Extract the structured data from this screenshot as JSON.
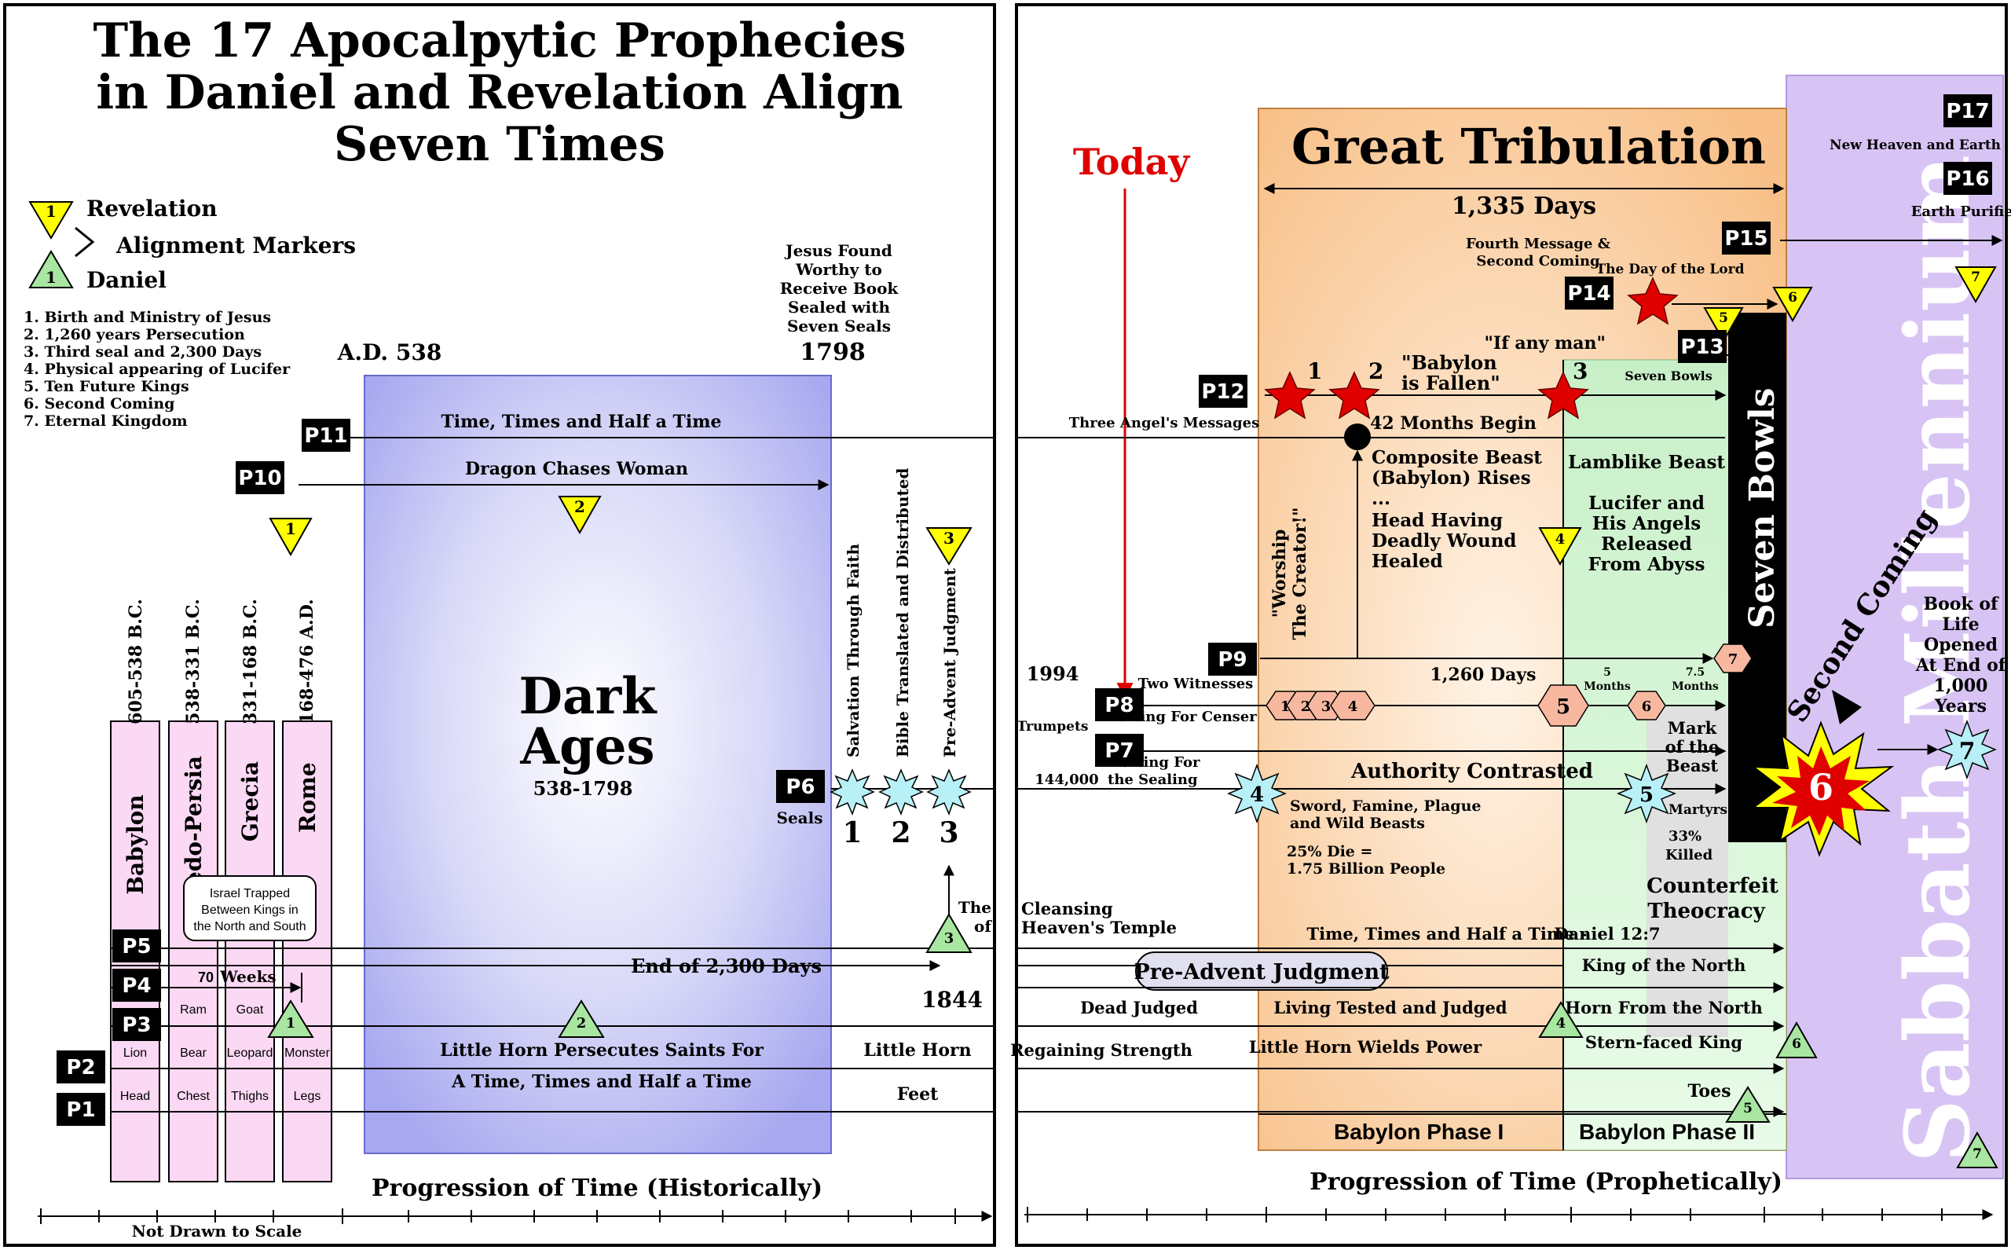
{
  "title": {
    "line1": "The 17 Apocalpytic Prophecies",
    "line2": "in Daniel and Revelation Align",
    "line3": "Seven Times"
  },
  "legend": {
    "revelation": "Revelation",
    "alignment": "Alignment Markers",
    "daniel": "Daniel",
    "marker_number": "1",
    "items": [
      "1. Birth and Ministry of Jesus",
      "2. 1,260 years Persecution",
      "3. Third seal and 2,300 Days",
      "4. Physical appearing of Lucifer",
      "5. Ten Future Kings",
      "6. Second Coming",
      "7. Eternal Kingdom"
    ]
  },
  "left": {
    "ad538": "A.D. 538",
    "year1798": "1798",
    "jesus_found": [
      "Jesus Found",
      "Worthy to",
      "Receive Book",
      "Sealed with",
      "Seven Seals"
    ],
    "time_times": "Time, Times and Half a Time",
    "dragon": "Dragon Chases Woman",
    "dark": "Dark",
    "ages": "Ages",
    "dark_years": "538-1798",
    "kingdoms": [
      {
        "name": "Babylon",
        "dates": "605-538 B.C.",
        "beast": "Lion",
        "body": "Head"
      },
      {
        "name": "Medo-Persia",
        "dates": "538-331 B.C.",
        "beast": "Bear",
        "body": "Chest"
      },
      {
        "name": "Grecia",
        "dates": "331-168 B.C.",
        "beast": "Leopard",
        "body": "Thighs"
      },
      {
        "name": "Rome",
        "dates": "168-476 A.D.",
        "beast": "Monster",
        "body": "Legs"
      }
    ],
    "ram": "Ram",
    "goat": "Goat",
    "israel": [
      "Israel Trapped",
      "Between Kings in",
      "the North and South"
    ],
    "seventy": "70",
    "weeks": "Weeks",
    "end_2300": "End of 2,300 Days",
    "year1844": "1844",
    "little_horn_persecutes": "Little Horn Persecutes Saints For",
    "a_time_times": "A Time, Times and Half a Time",
    "little_horn": "Little Horn",
    "feet": "Feet",
    "the_of": [
      "The",
      "of"
    ],
    "seals_label": "Seals",
    "seal_numbers": [
      "1",
      "2",
      "3"
    ],
    "vertical_events": [
      "Salvation Through Faith",
      "Bible Translated and Distributed",
      "Pre-Advent Judgment"
    ],
    "progression": "Progression of Time (Historically)",
    "not_to_scale": "Not Drawn to Scale"
  },
  "right": {
    "today": "Today",
    "great_trib": "Great Tribulation",
    "days1335": "1,335 Days",
    "fourth_message": [
      "Fourth Message &",
      "Second Coming"
    ],
    "day_of_lord": "The Day of the Lord",
    "if_any_man": "\"If any man\"",
    "seven_bowls_small": "Seven Bowls",
    "babylon_fallen": [
      "\"Babylon",
      "is Fallen\""
    ],
    "three_angels": "Three Angel's Messages",
    "months42": "42 Months Begin",
    "composite": [
      "Composite Beast",
      "(Babylon) Rises",
      "...",
      "Head Having",
      "Deadly Wound",
      "Healed"
    ],
    "worship": [
      "\"Worship",
      "The Creator!\""
    ],
    "lamblike": "Lamblike Beast",
    "lucifer": [
      "Lucifer and",
      "His Angels",
      "Released",
      "From Abyss"
    ],
    "seven_bowls": "Seven Bowls",
    "second_coming": "Second Coming",
    "sabbath": "Sabbath Millennium",
    "new_heaven": "New Heaven and Earth",
    "earth_purified": "Earth Purified",
    "book_of_life": [
      "Book of",
      "Life",
      "Opened",
      "At End of",
      "1,000",
      "Years"
    ],
    "year1994": "1994",
    "two_witnesses": "Two Witnesses",
    "trumpets": "Trumpets",
    "waiting_censer": "Waiting For Censer",
    "waiting_sealing": [
      "Waiting For",
      "the Sealing"
    ],
    "sealed144": "144,000",
    "days1260": "1,260 Days",
    "five_months": [
      "5",
      "Months"
    ],
    "seven5_months": [
      "7.5",
      "Months"
    ],
    "mark_beast": [
      "Mark",
      "of the",
      "Beast"
    ],
    "authority": "Authority Contrasted",
    "sword": [
      "Sword, Famine, Plague",
      "and Wild Beasts"
    ],
    "die25": [
      "25% Die =",
      "1.75 Billion People"
    ],
    "martyrs": [
      "Martyrs",
      "33%",
      "Killed"
    ],
    "counterfeit": [
      "Counterfeit",
      "Theocracy"
    ],
    "cleansing": [
      "Cleansing",
      "Heaven's Temple"
    ],
    "time_times_right": "Time, Times and Half a Time -",
    "daniel127": "Daniel 12:7",
    "pre_advent": "Pre-Advent  Judgment",
    "king_north": "King of the North",
    "dead_judged": "Dead Judged",
    "living_tested": "Living Tested and Judged",
    "horn_north": "Horn From the North",
    "regaining": "Regaining Strength",
    "little_horn_wields": "Little Horn Wields Power",
    "stern_faced": "Stern-faced King",
    "toes": "Toes",
    "babylon_phase1": "Babylon Phase I",
    "babylon_phase2": "Babylon Phase II",
    "hex_numbers": [
      "1",
      "2",
      "3",
      "4"
    ],
    "star_numbers": [
      "1",
      "2",
      "3"
    ],
    "progression": "Progression of Time (Prophetically)"
  },
  "prophecy_labels": [
    "P1",
    "P2",
    "P3",
    "P4",
    "P5",
    "P6",
    "P7",
    "P8",
    "P9",
    "P10",
    "P11",
    "P12",
    "P13",
    "P14",
    "P15",
    "P16",
    "P17"
  ],
  "colors": {
    "revelation_marker": "#ffff00",
    "daniel_marker": "#a8e6a1",
    "dark_ages": "#a8a8f0",
    "tribulation": "#f8c088",
    "phase2": "#c8f0c8",
    "millennium": "#d8c4f4",
    "kingdom_fill": "#fbd8f4",
    "red": "#e00000"
  }
}
